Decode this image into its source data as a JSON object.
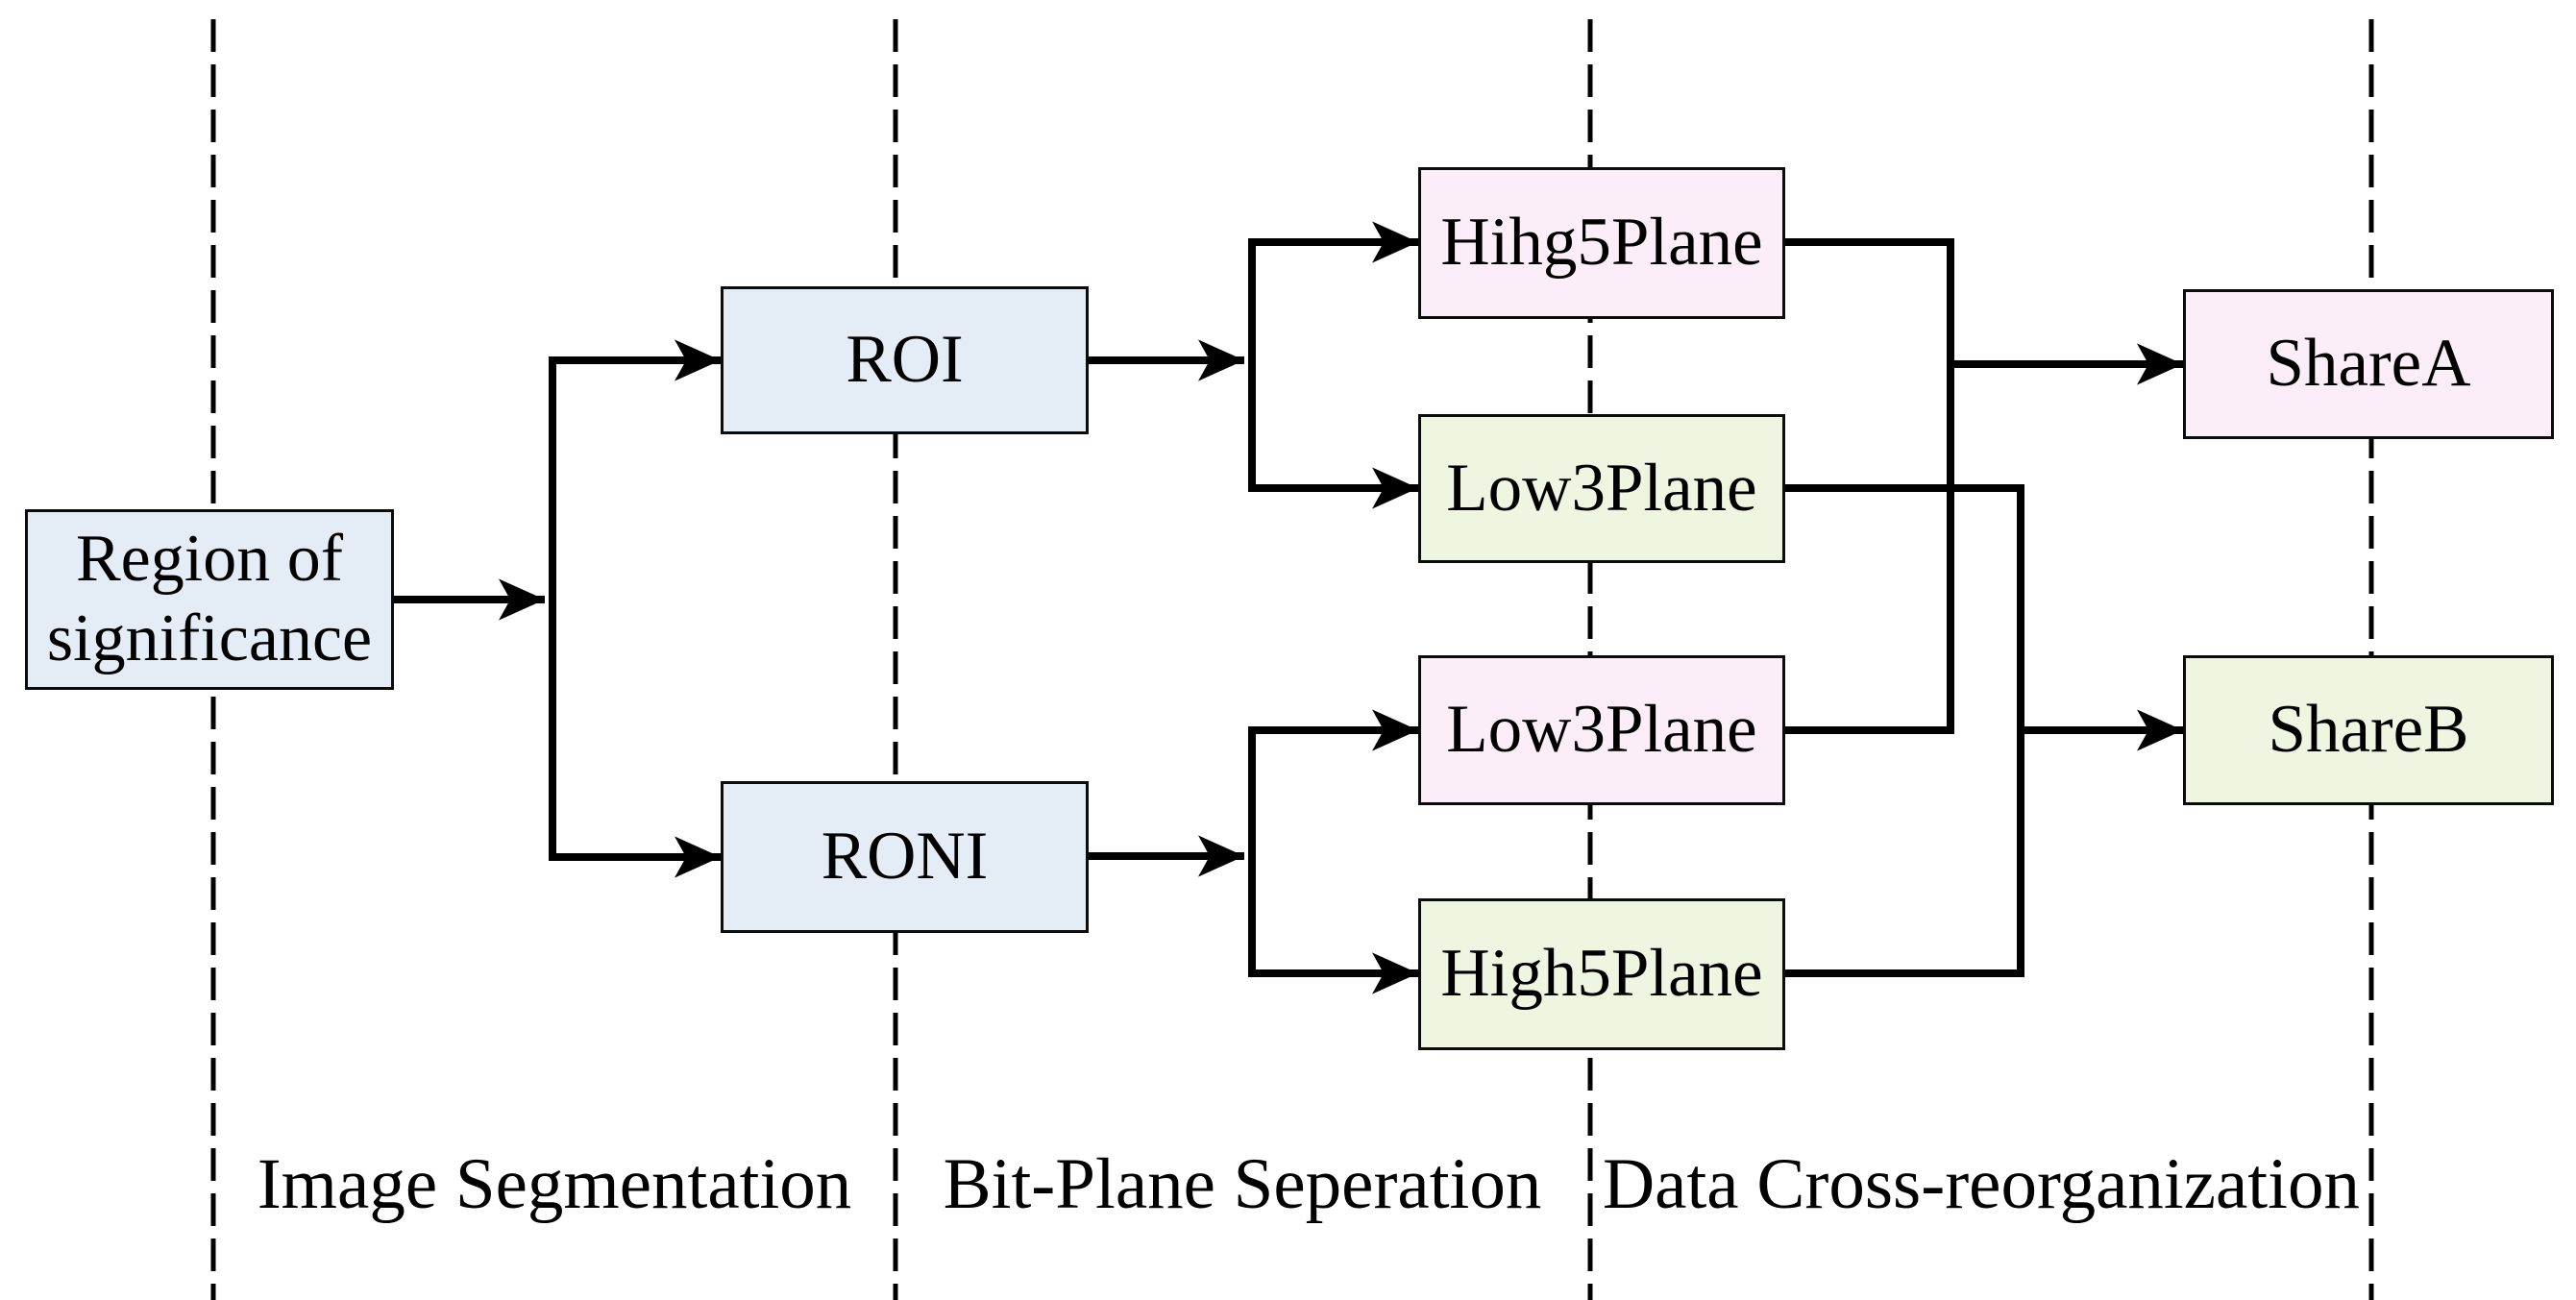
{
  "diagram": {
    "title_hint": "ROI/RONI bit-plane sharing flow diagram",
    "colors": {
      "blue": "#e4ecf6",
      "pink": "#fceef8",
      "green": "#eef5e1",
      "line": "#000000",
      "background": "#ffffff"
    },
    "nodes": {
      "region": {
        "label": "Region of significance"
      },
      "roi": {
        "label": "ROI"
      },
      "roni": {
        "label": "RONI"
      },
      "roi_high": {
        "label": "Hihg5Plane"
      },
      "roi_low": {
        "label": "Low3Plane"
      },
      "roni_low": {
        "label": "Low3Plane"
      },
      "roni_high": {
        "label": "High5Plane"
      },
      "share_a": {
        "label": "ShareA"
      },
      "share_b": {
        "label": "ShareB"
      }
    },
    "stage_labels": {
      "segmentation": "Image Segmentation",
      "bitplane": "Bit-Plane Seperation",
      "reorg": "Data Cross-reorganization"
    },
    "edges": [
      "Region of significance -> ROI",
      "Region of significance -> RONI",
      "ROI -> Hihg5Plane",
      "ROI -> Low3Plane",
      "RONI -> Low3Plane",
      "RONI -> High5Plane",
      "Hihg5Plane + Low3Plane(RONI) -> ShareA",
      "Low3Plane(ROI) + High5Plane -> ShareB"
    ]
  }
}
